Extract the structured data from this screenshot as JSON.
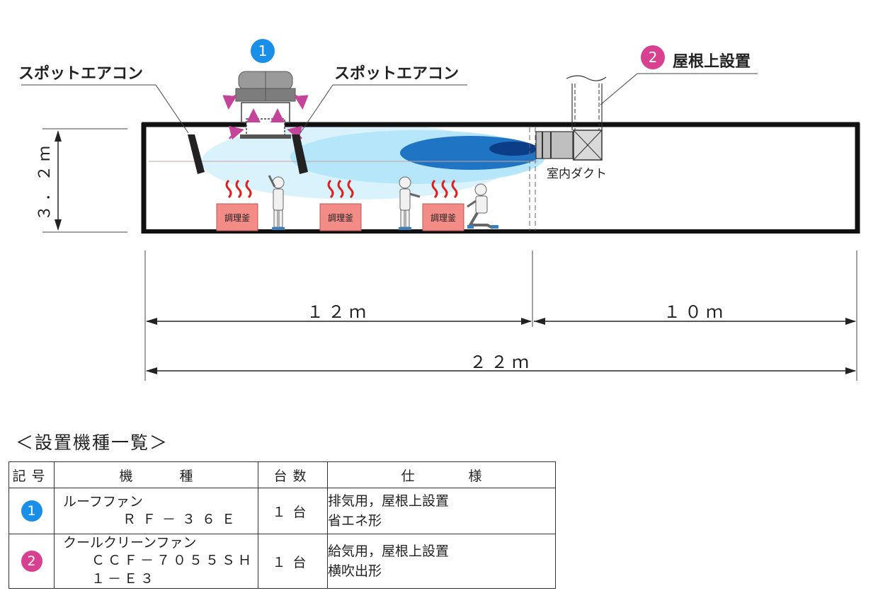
{
  "diagram": {
    "marker1": "1",
    "marker2": "2",
    "label_spot_ac_left": "スポットエアコン",
    "label_spot_ac_right": "スポットエアコン",
    "label_roof_install": "屋根上設置",
    "label_indoor_duct": "室内ダクト",
    "label_height": "３．２ｍ",
    "label_kettle": "調理釜",
    "dim_12m": "１２ｍ",
    "dim_10m": "１０ｍ",
    "dim_22m": "２２ｍ"
  },
  "list_title": "＜設置機種一覧＞",
  "table": {
    "headers": [
      "記号",
      "機 種",
      "台数",
      "仕 様"
    ],
    "rows": [
      {
        "mark": "1",
        "mark_color": "#1a8fe8",
        "model_name": "ルーフファン",
        "model_code": "ＲＦ－３６Ｅ",
        "count": "１台",
        "spec_line1": "排気用，屋根上設置",
        "spec_line2": "省エネ形"
      },
      {
        "mark": "2",
        "mark_color": "#d8418f",
        "model_name": "クールクリーンファン",
        "model_code": "ＣＣＦ－７０５５ＳＨ１－Ｅ３",
        "count": "１台",
        "spec_line1": "給気用，屋根上設置",
        "spec_line2": "横吹出形"
      }
    ]
  },
  "colors": {
    "blue_marker": "#1a8fe8",
    "pink_marker": "#d8418f",
    "kettle_fill": "#f38b86",
    "heat_red": "#e02020",
    "airflow_light": "#cfeefb",
    "airflow_mid": "#8fd3f4",
    "airflow_dark": "#1f74c4"
  }
}
